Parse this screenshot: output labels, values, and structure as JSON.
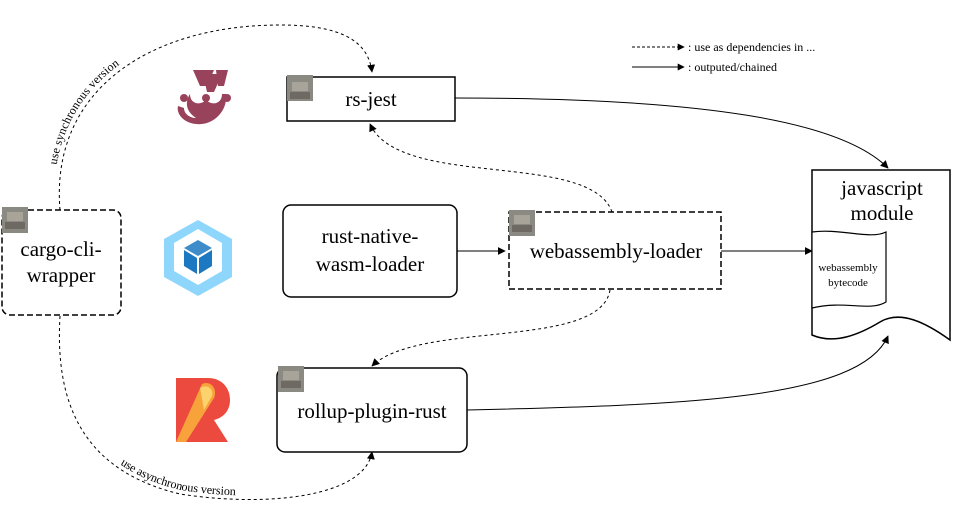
{
  "legend": {
    "dashed": ": use as dependencies in ...",
    "solid": ": outputed/chained"
  },
  "nodes": {
    "rs_jest": {
      "label": "rs-jest"
    },
    "cargo_cli_wrapper": {
      "label_line1": "cargo-cli-",
      "label_line2": "wrapper"
    },
    "rust_native_wasm_loader": {
      "label_line1": "rust-native-",
      "label_line2": "wasm-loader"
    },
    "webassembly_loader": {
      "label": "webassembly-loader"
    },
    "rollup_plugin_rust": {
      "label": "rollup-plugin-rust"
    },
    "javascript_module": {
      "label_line1": "javascript",
      "label_line2": "module",
      "inner_line1": "webassembly",
      "inner_line2": "bytecode"
    }
  },
  "edges": {
    "sync_label": "use synchronous version",
    "async_label": "use asynchronous version"
  },
  "colors": {
    "jest_logo": "#99425b",
    "webpack_light": "#8ed6fb",
    "webpack_dark": "#1c78c0",
    "rollup_red": "#ec4a3f",
    "rollup_orange": "#f7a23b"
  }
}
